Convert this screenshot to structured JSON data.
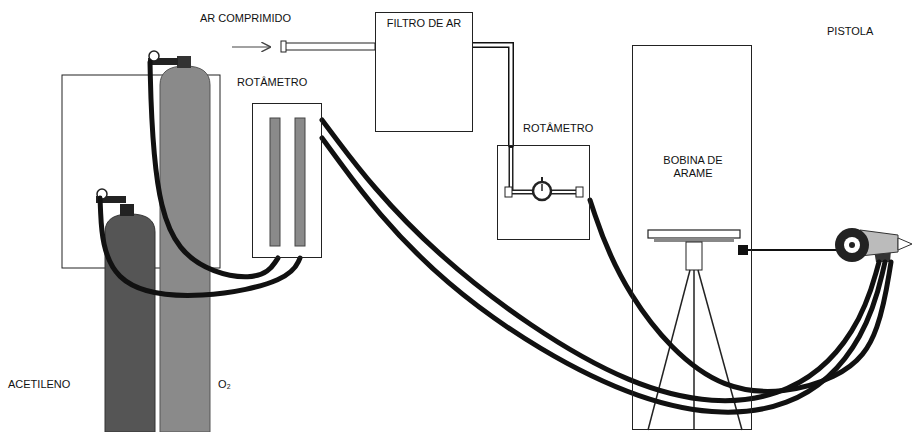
{
  "diagram": {
    "nodes": [
      {
        "text": [
          "FILTRO DE AR"
        ]
      },
      {
        "text": [
          "ROTÂMETRO"
        ]
      },
      {
        "text": [
          "ROTÂMETRO"
        ]
      },
      {
        "text": [
          "BOBINA DE ARAME"
        ]
      },
      {
        "text": [
          "PISTOLA"
        ]
      },
      {
        "text": [
          "ACETILENO"
        ]
      },
      {
        "text": [
          "O₂"
        ]
      }
    ],
    "edges": [
      {
        "from": 5,
        "to": 1,
        "arrow": "none"
      },
      {
        "from": 6,
        "to": 1,
        "arrow": "none"
      },
      {
        "from": 1,
        "to": 4,
        "arrow": "none"
      },
      {
        "from": 1,
        "to": 4,
        "arrow": "none"
      },
      {
        "from": 0,
        "to": 2,
        "arrow": "none"
      },
      {
        "from": 2,
        "to": 4,
        "arrow": "none"
      },
      {
        "from": 3,
        "to": 4,
        "arrow": "none"
      }
    ],
    "labels": [
      "AR COMPRIMIDO"
    ]
  }
}
